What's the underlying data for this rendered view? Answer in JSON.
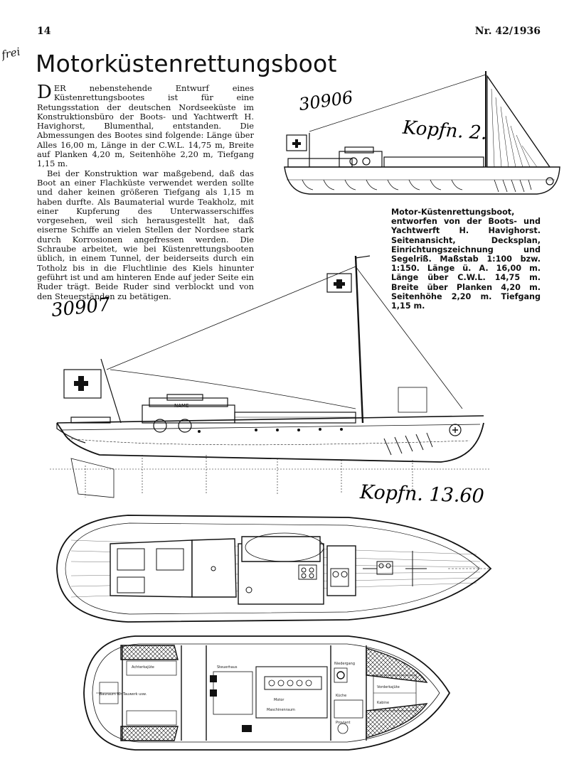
{
  "header": {
    "page_number": "14",
    "issue": "Nr. 42/1936",
    "margin_note": "frei"
  },
  "article": {
    "title": "Motorküstenrettungsboot",
    "dropcap": "D",
    "para1": "ER nebenstehende Entwurf eines Küstenrettungsbootes ist für eine Retungsstation der deutschen Nordseeküste im Konstruktionsbüro der Boots- und Yachtwerft H. Havighorst, Blumenthal, entstanden. Die Abmessungen des Bootes sind folgende: Länge über Alles 16,00 m, Länge in der C.W.L. 14,75 m, Breite auf Planken 4,20 m, Seitenhöhe 2,20 m, Tiefgang 1,15 m.",
    "para2": "Bei der Konstruktion war maßgebend, daß das Boot an einer Flachküste verwendet werden sollte und daher keinen größeren Tiefgang als 1,15 m haben durfte. Als Baumaterial wurde Teakholz, mit einer Kupferung des Unterwasserschiffes vorgesehen, weil sich herausgestellt hat, daß eiserne Schiffe an vielen Stellen der Nordsee stark durch Korrosionen angefressen werden. Die Schraube arbeitet, wie bei Küstenrettungsbooten üblich, in einem Tunnel, der beiderseits durch ein Totholz bis in die Fluchtlinie des Kiels hinunter geführt ist und am hinteren Ende auf jeder Seite ein Ruder trägt. Beide Ruder sind verblockt und von den Steuerständen zu betätigen."
  },
  "caption": "Motor-Küstenrettungsboot, entworfen von der Boots- und Yachtwerft H. Havighorst. Seitenansicht, Decksplan, Einrichtungszeichnung und Segelriß. Maßstab 1:100 bzw. 1:150. Länge ü. A. 16,00 m. Länge über C.W.L. 14,75 m. Breite über Planken 4,20 m. Seitenhöhe 2,20 m. Tiefgang 1,15 m.",
  "handwritten": {
    "note1": "30906",
    "note2": "Kopfn. 2.80",
    "note3": "30907",
    "note4": "Kopfn. 13.60"
  },
  "drawings": {
    "name_plate": "NAME",
    "room_labels": {
      "luke": "Niedergang",
      "vorschiff": "Vorderkajüte",
      "maschinenraum": "Maschinenraum",
      "steuerhaus": "Steuerhaus",
      "proviant": "Proviant",
      "kabine": "Kabine",
      "bauraum": "Bauraum für Tauwerk usw.",
      "motor": "Motor",
      "hinten": "Achterkajüte",
      "kombüse": "Küche"
    }
  }
}
